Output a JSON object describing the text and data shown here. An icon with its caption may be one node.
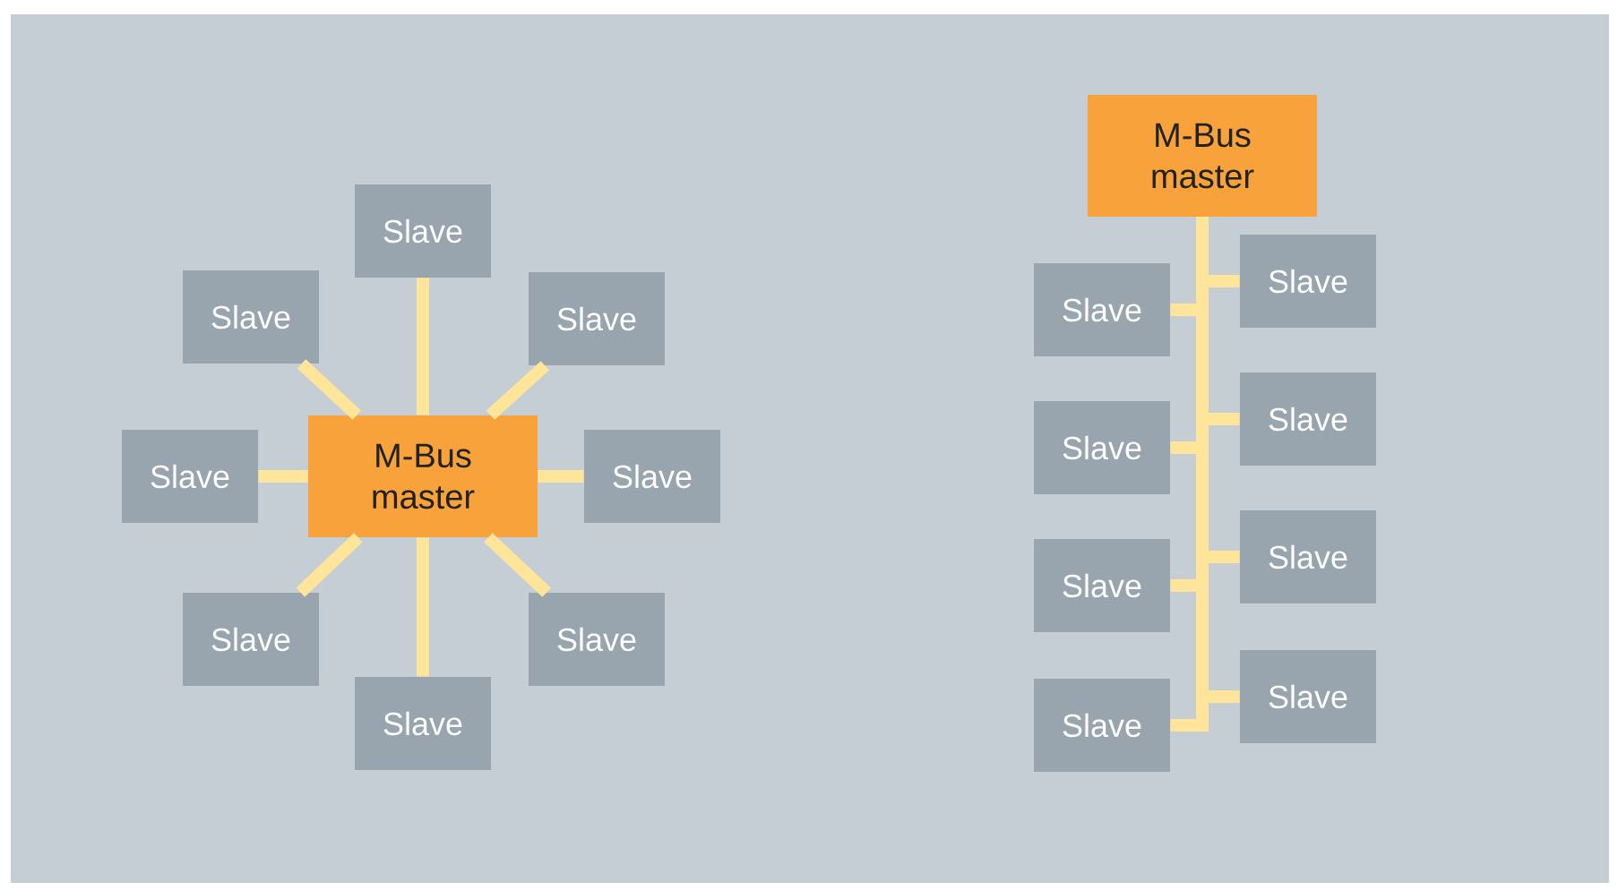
{
  "diagram": {
    "nodes": [
      {
        "text": [
          "M-Bus master"
        ]
      },
      {
        "text": [
          "Slave"
        ]
      },
      {
        "text": [
          "Slave"
        ]
      },
      {
        "text": [
          "Slave"
        ]
      },
      {
        "text": [
          "Slave"
        ]
      },
      {
        "text": [
          "Slave"
        ]
      },
      {
        "text": [
          "Slave"
        ]
      },
      {
        "text": [
          "Slave"
        ]
      },
      {
        "text": [
          "Slave"
        ]
      },
      {
        "text": [
          "M-Bus master"
        ]
      },
      {
        "text": [
          "Slave"
        ]
      },
      {
        "text": [
          "Slave"
        ]
      },
      {
        "text": [
          "Slave"
        ]
      },
      {
        "text": [
          "Slave"
        ]
      },
      {
        "text": [
          "Slave"
        ]
      },
      {
        "text": [
          "Slave"
        ]
      },
      {
        "text": [
          "Slave"
        ]
      },
      {
        "text": [
          "Slave"
        ]
      }
    ],
    "edges": [
      {
        "from": 0,
        "to": 1,
        "arrow": "none"
      },
      {
        "from": 0,
        "to": 2,
        "arrow": "none"
      },
      {
        "from": 0,
        "to": 3,
        "arrow": "none"
      },
      {
        "from": 0,
        "to": 4,
        "arrow": "none"
      },
      {
        "from": 0,
        "to": 5,
        "arrow": "none"
      },
      {
        "from": 0,
        "to": 6,
        "arrow": "none"
      },
      {
        "from": 0,
        "to": 7,
        "arrow": "none"
      },
      {
        "from": 0,
        "to": 8,
        "arrow": "none"
      },
      {
        "from": 9,
        "to": 10,
        "arrow": "none"
      },
      {
        "from": 9,
        "to": 11,
        "arrow": "none"
      },
      {
        "from": 9,
        "to": 12,
        "arrow": "none"
      },
      {
        "from": 9,
        "to": 13,
        "arrow": "none"
      },
      {
        "from": 9,
        "to": 14,
        "arrow": "none"
      },
      {
        "from": 9,
        "to": 15,
        "arrow": "none"
      },
      {
        "from": 9,
        "to": 16,
        "arrow": "none"
      },
      {
        "from": 9,
        "to": 17,
        "arrow": "none"
      }
    ]
  }
}
